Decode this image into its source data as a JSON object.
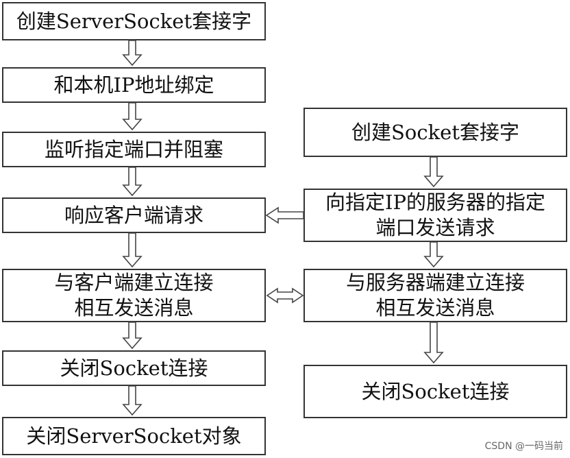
{
  "server": {
    "step1": "创建ServerSocket套接字",
    "step2": "和本机IP地址绑定",
    "step3": "监听指定端口并阻塞",
    "step4": "响应客户端请求",
    "step5_line1": "与客户端建立连接",
    "step5_line2": "相互发送消息",
    "step6": "关闭Socket连接",
    "step7": "关闭ServerSocket对象"
  },
  "client": {
    "step1": "创建Socket套接字",
    "step2_line1": "向指定IP的服务器的指定",
    "step2_line2": "端口发送请求",
    "step3_line1": "与服务器端建立连接",
    "step3_line2": "相互发送消息",
    "step4": "关闭Socket连接"
  },
  "watermark": "CSDN @一码当前"
}
